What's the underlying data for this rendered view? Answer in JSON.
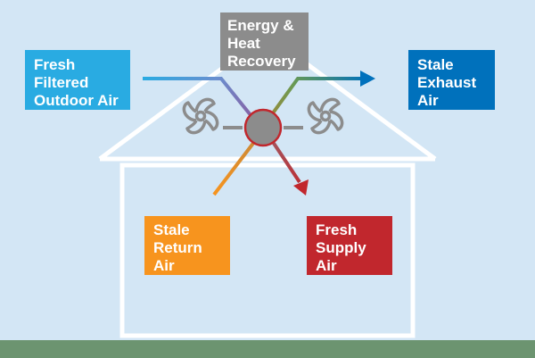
{
  "colors": {
    "sky": "#d3e6f5",
    "ground": "#6c9470",
    "house_outline": "#ffffff",
    "fresh_outdoor": "#29abe2",
    "energy_recovery": "#8c8c8c",
    "stale_exhaust": "#0071bc",
    "stale_return": "#f7941e",
    "fresh_supply": "#c1272d",
    "exhaust_duct_start": "#6a9a52",
    "supply_duct_start": "#a05a63",
    "core": "#8c8c8c",
    "core_ring": "#c1272d",
    "fan": "#8c8c8c"
  },
  "labels": {
    "fresh_outdoor": [
      "Fresh",
      "Filtered",
      "Outdoor Air"
    ],
    "energy_recovery": [
      "Energy &",
      "Heat",
      "Recovery"
    ],
    "stale_exhaust": [
      "Stale",
      "Exhaust",
      "Air"
    ],
    "stale_return": [
      "Stale",
      "Return",
      "Air"
    ],
    "fresh_supply": [
      "Fresh",
      "Supply",
      "Air"
    ]
  },
  "icons": {
    "left_fan": "fan-icon",
    "right_fan": "fan-icon",
    "core": "heat-exchanger-core-icon"
  }
}
